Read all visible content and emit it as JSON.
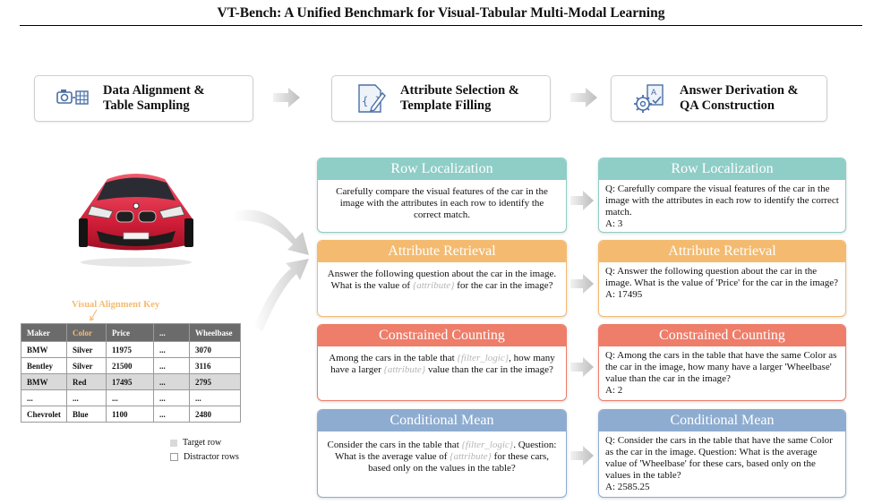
{
  "title": "VT-Bench: A Unified Benchmark for Visual-Tabular Multi-Modal Learning",
  "stages": [
    {
      "line1": "Data Alignment &",
      "line2": "Table Sampling",
      "icon": "camera-table-icon"
    },
    {
      "line1": "Attribute Selection &",
      "line2": "Template Filling",
      "icon": "edit-braces-icon"
    },
    {
      "line1": "Answer Derivation &",
      "line2": "QA Construction",
      "icon": "gear-document-icon"
    }
  ],
  "key_label": "Visual Alignment Key",
  "table": {
    "headers": [
      "Maker",
      "Color",
      "Price",
      "...",
      "Wheelbase"
    ],
    "rows": [
      [
        "BMW",
        "Silver",
        "11975",
        "...",
        "3070"
      ],
      [
        "Bentley",
        "Silver",
        "21500",
        "...",
        "3116"
      ],
      [
        "BMW",
        "Red",
        "17495",
        "...",
        "2795"
      ],
      [
        "...",
        "...",
        "...",
        "...",
        "..."
      ],
      [
        "Chevrolet",
        "Blue",
        "1100",
        "...",
        "2480"
      ]
    ]
  },
  "legend": {
    "target": "Target row",
    "distractor": "Distractor rows"
  },
  "templates": {
    "row": {
      "title": "Row Localization",
      "text": "Carefully compare the visual features of the car in the image with the attributes in each row to identify the correct match."
    },
    "attr": {
      "title": "Attribute Retrieval",
      "p1": "Answer the following question about the car in the image. What is the value of ",
      "v1": "{attribute}",
      "p2": " for the car in the image?"
    },
    "count": {
      "title": "Constrained Counting",
      "p1": "Among the cars in the table that ",
      "v1": "{filter_logic}",
      "p2": ", how many have a larger ",
      "v2": "{attribute}",
      "p3": " value than the car in the image?"
    },
    "mean": {
      "title": "Conditional Mean",
      "p1": "Consider the cars in the table that ",
      "v1": "{filter_logic}",
      "p2": ". Question: What is the average value of ",
      "v2": "{attribute}",
      "p3": " for these cars, based only on the values in the table?"
    }
  },
  "answers": {
    "row": {
      "title": "Row Localization",
      "q": "Q: Carefully compare the visual features of the car in the image with the attributes in each row to identify the correct match.",
      "a": "A: 3"
    },
    "attr": {
      "title": "Attribute Retrieval",
      "q": "Q: Answer the following question about the car in the image. What is the value of 'Price' for the car in the image?",
      "a": "A: 17495"
    },
    "count": {
      "title": "Constrained Counting",
      "q": "Q: Among the cars in the table that have the same Color as the car in the image, how many have a larger 'Wheelbase' value than the car in the image?",
      "a": "A: 2"
    },
    "mean": {
      "title": "Conditional Mean",
      "q": "Q: Consider the cars in the table that have the same Color as the car in the image. Question: What is the average value of 'Wheelbase' for these cars, based only on the values in the table?",
      "a": "A: 2585.25"
    }
  },
  "colors": {
    "teal": "#8fcdc7",
    "orange": "#f4bb70",
    "red": "#ee7d69",
    "blue": "#8eacd0",
    "header_gray": "#6b6b6b",
    "target_gray": "#d9d9d9"
  }
}
